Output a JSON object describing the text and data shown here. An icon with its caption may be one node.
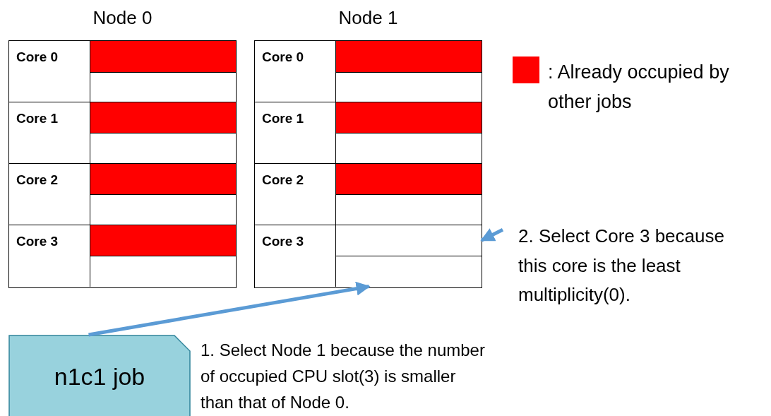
{
  "diagram": {
    "nodes": [
      {
        "text": [
          "Node 0"
        ]
      },
      {
        "text": [
          "Core 0"
        ],
        "in": 0
      },
      {
        "text": [],
        "shape": "box",
        "in": 1
      },
      {
        "text": [],
        "shape": "box",
        "in": 1
      },
      {
        "text": [
          "Core 1"
        ],
        "in": 0
      },
      {
        "text": [],
        "shape": "box",
        "in": 4
      },
      {
        "text": [],
        "shape": "box",
        "in": 4
      },
      {
        "text": [
          "Core 2"
        ],
        "in": 0
      },
      {
        "text": [],
        "shape": "box",
        "in": 7
      },
      {
        "text": [],
        "shape": "box",
        "in": 7
      },
      {
        "text": [
          "Core 3"
        ],
        "in": 0
      },
      {
        "text": [],
        "shape": "box",
        "in": 10
      },
      {
        "text": [],
        "shape": "box",
        "in": 10
      },
      {
        "text": [
          "Node 1"
        ]
      },
      {
        "text": [
          "Core 0"
        ],
        "in": 13
      },
      {
        "text": [],
        "shape": "box",
        "in": 14
      },
      {
        "text": [],
        "shape": "box",
        "in": 14
      },
      {
        "text": [
          "Core 1"
        ],
        "in": 13
      },
      {
        "text": [],
        "shape": "box",
        "in": 17
      },
      {
        "text": [],
        "shape": "box",
        "in": 17
      },
      {
        "text": [
          "Core 2"
        ],
        "in": 13
      },
      {
        "text": [],
        "shape": "box",
        "in": 20
      },
      {
        "text": [],
        "shape": "box",
        "in": 20
      },
      {
        "text": [
          "Core 3"
        ],
        "in": 13
      },
      {
        "text": [],
        "shape": "box",
        "in": 23
      },
      {
        "text": [],
        "shape": "box",
        "in": 23
      },
      {
        "text": [
          "n1c1 job"
        ],
        "beside": [
          "1. Select Node 1 because the number of occupied CPU slot(3) is smaller than that of Node 0."
        ]
      },
      {
        "text": [
          "2. Select Core 3 because this core is the least multiplicity(0)."
        ]
      }
    ],
    "edges": [
      {
        "from": 26,
        "to": 25,
        "arrow": "to"
      },
      {
        "from": 27,
        "to": 24,
        "arrow": "to"
      }
    ],
    "legend": [
      {
        "text": ": Already occupied by other jobs",
        "color": "#ff0000"
      }
    ]
  }
}
